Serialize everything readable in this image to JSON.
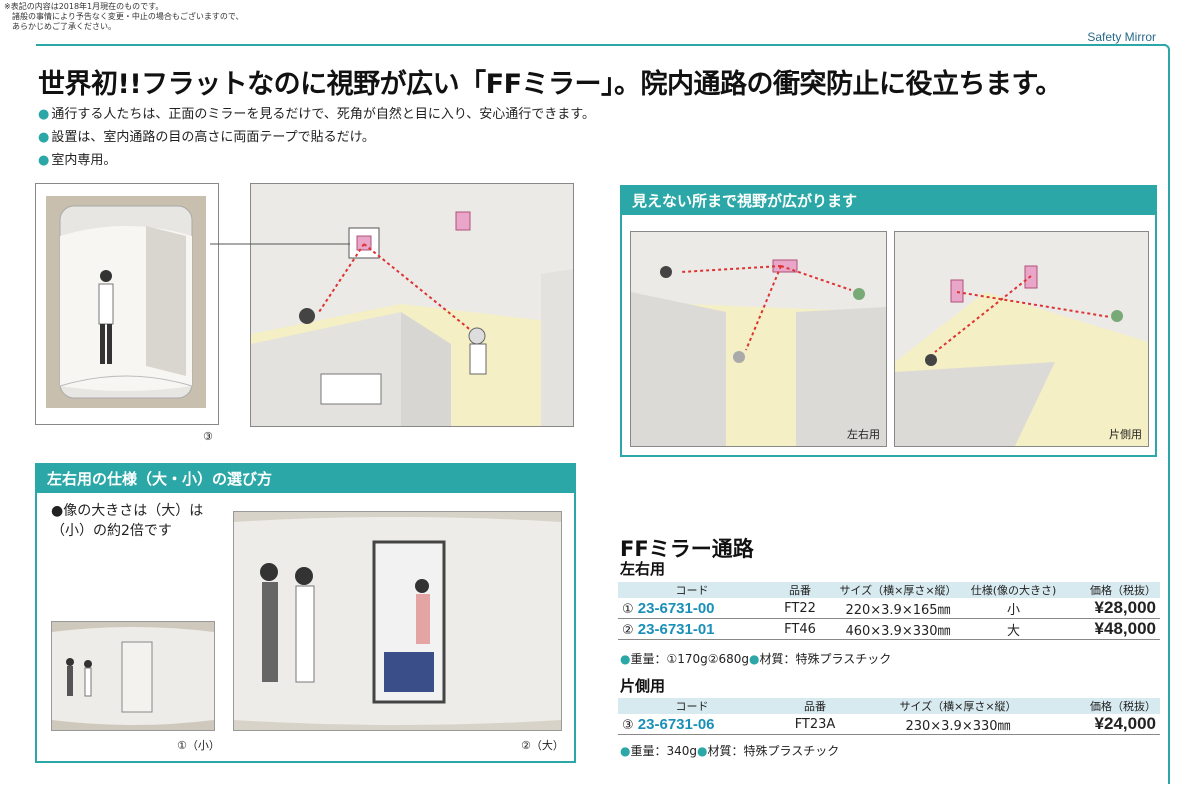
{
  "notice": {
    "line1": "※表記の内容は2018年1月現在のものです。",
    "line2": "　諸般の事情により予告なく変更・中止の場合もございますので、",
    "line3": "　あらかじめご了承ください。"
  },
  "section_label": "Safety Mirror",
  "headline": "世界初!!フラットなのに視野が広い「FFミラー」。院内通路の衝突防止に役立ちます。",
  "bullets": [
    "通行する人たちは、正面のミラーを見るだけで、死角が自然と目に入り、安心通行できます。",
    "設置は、室内通路の目の高さに両面テープで貼るだけ。",
    "室内専用。"
  ],
  "photo1_caption": "③",
  "view_panel": {
    "title": "見えない所まで視野が広がります",
    "left_caption": "左右用",
    "right_caption": "片側用"
  },
  "size_panel": {
    "title": "左右用の仕様（大・小）の選び方",
    "note_line1": "●像の大きさは（大）は",
    "note_line2": "（小）の約2倍です",
    "small_caption": "①（小）",
    "large_caption": "②（大）"
  },
  "product": {
    "title": "FFミラー通路",
    "both_sides": {
      "label": "左右用",
      "headers": [
        "コード",
        "品番",
        "サイズ（横×厚さ×縦）",
        "仕様(像の大きさ)",
        "価格（税抜）"
      ],
      "rows": [
        {
          "no": "①",
          "code": "23-6731-00",
          "model": "FT22",
          "size": "220×3.9×165㎜",
          "spec": "小",
          "price": "¥28,000"
        },
        {
          "no": "②",
          "code": "23-6731-01",
          "model": "FT46",
          "size": "460×3.9×330㎜",
          "spec": "大",
          "price": "¥48,000"
        }
      ],
      "footnote_a": "重量：①170g②680g",
      "footnote_b": "材質：特殊プラスチック"
    },
    "one_side": {
      "label": "片側用",
      "headers": [
        "コード",
        "品番",
        "サイズ（横×厚さ×縦）",
        "価格（税抜）"
      ],
      "rows": [
        {
          "no": "③",
          "code": "23-6731-06",
          "model": "FT23A",
          "size": "230×3.9×330㎜",
          "price": "¥24,000"
        }
      ],
      "footnote_a": "重量：340g",
      "footnote_b": "材質：特殊プラスチック"
    }
  },
  "colors": {
    "accent": "#2aa7a6",
    "code_blue": "#1a8fb8",
    "mirror_pink": "#e9a6c8",
    "arrow_red": "#d33"
  }
}
